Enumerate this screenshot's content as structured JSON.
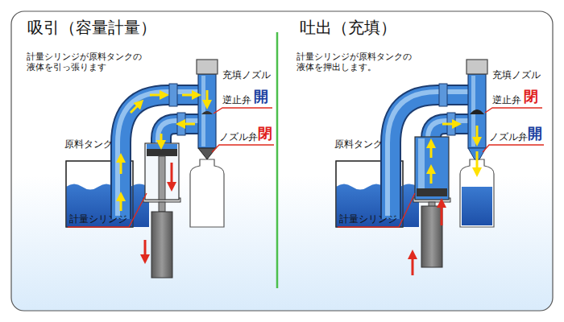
{
  "diagram": {
    "labels": [
      "吸引（容量計量）",
      "計量シリンジが原料タンクの 液体を引っ張ります",
      "充填ノズル",
      "逆止弁",
      "開",
      "ノズル弁",
      "閉",
      "原料タンク",
      "計量シリンジ",
      "吐出（充填）",
      "計量シリンジが原料タンクの 液体を押出します。",
      "充填ノズル",
      "逆止弁",
      "閉",
      "ノズル弁",
      "開",
      "原料タンク",
      "計量シリンジ"
    ]
  }
}
